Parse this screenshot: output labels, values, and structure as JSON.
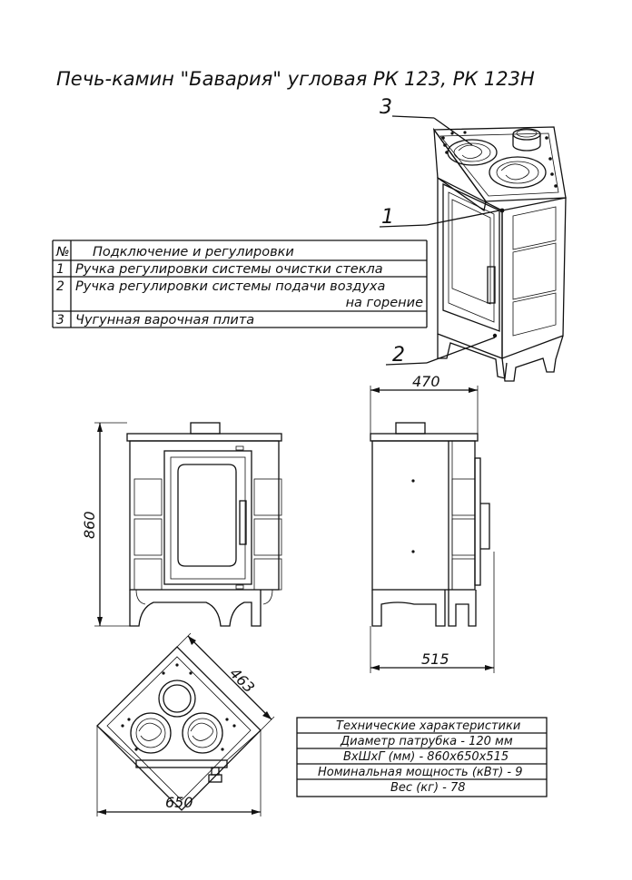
{
  "title": "Печь-камин \"Бавария\" угловая РК 123, РК 123Н",
  "callouts": [
    "3",
    "1",
    "2"
  ],
  "connections_table": {
    "header_no": "№",
    "header_text": "Подключение и регулировки",
    "rows": [
      {
        "no": "1",
        "text": "Ручка регулировки системы очистки стекла"
      },
      {
        "no": "2",
        "text": "Ручка регулировки системы подачи воздуха",
        "text2": "на горение"
      },
      {
        "no": "3",
        "text": "Чугунная варочная плита"
      }
    ]
  },
  "dimensions": {
    "height": "860",
    "side_top": "470",
    "side_bottom": "515",
    "plan_diag": "463",
    "plan_width": "650"
  },
  "specs": {
    "title": "Технические характеристики",
    "rows": [
      "Диаметр патрубка - 120 мм",
      "ВхШхГ (мм) - 860х650х515",
      "Номинальная мощность (кВт) - 9",
      "Вес (кг) - 78"
    ]
  }
}
